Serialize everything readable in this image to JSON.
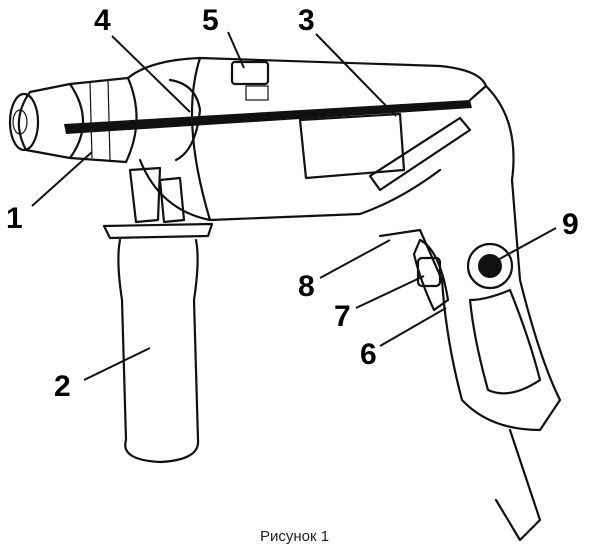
{
  "figure": {
    "caption": "Рисунок 1",
    "callouts": [
      {
        "id": "1",
        "label": "1"
      },
      {
        "id": "2",
        "label": "2"
      },
      {
        "id": "3",
        "label": "3"
      },
      {
        "id": "4",
        "label": "4"
      },
      {
        "id": "5",
        "label": "5"
      },
      {
        "id": "6",
        "label": "6"
      },
      {
        "id": "7",
        "label": "7"
      },
      {
        "id": "8",
        "label": "8"
      },
      {
        "id": "9",
        "label": "9"
      }
    ]
  },
  "colors": {
    "ink": "#111111",
    "background": "#ffffff"
  }
}
